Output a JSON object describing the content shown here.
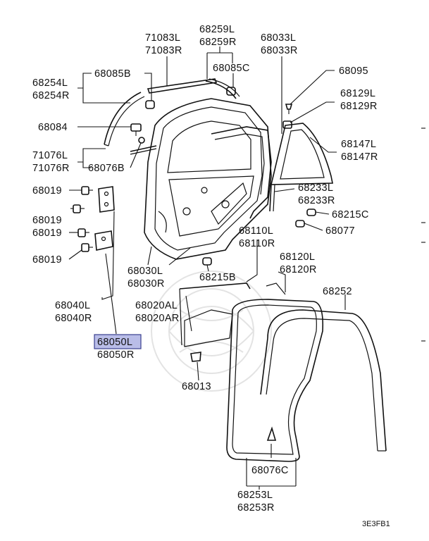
{
  "diagram_code": "3E3FB1",
  "highlighted_part": "68050L",
  "labels": {
    "p71083": [
      "71083L",
      "71083R"
    ],
    "p68259": [
      "68259L",
      "68259R"
    ],
    "p68033": [
      "68033L",
      "68033R"
    ],
    "p68085C": [
      "68085C"
    ],
    "p68095": [
      "68095"
    ],
    "p68254": [
      "68254L",
      "68254R"
    ],
    "p68085B": [
      "68085B"
    ],
    "p68129": [
      "68129L",
      "68129R"
    ],
    "p68084": [
      "68084"
    ],
    "p68147": [
      "68147L",
      "68147R"
    ],
    "p71076": [
      "71076L",
      "71076R"
    ],
    "p68076B": [
      "68076B"
    ],
    "p68019a": [
      "68019"
    ],
    "p68019b": [
      "68019"
    ],
    "p68019c": [
      "68019"
    ],
    "p68019d": [
      "68019"
    ],
    "p68233": [
      "68233L",
      "68233R"
    ],
    "p68215C": [
      "68215C"
    ],
    "p68077": [
      "68077"
    ],
    "p68110": [
      "68110L",
      "68110R"
    ],
    "p68030": [
      "68030L",
      "68030R"
    ],
    "p68215B": [
      "68215B"
    ],
    "p68120": [
      "68120L",
      "68120R"
    ],
    "p68252": [
      "68252"
    ],
    "p68040": [
      "68040L",
      "68040R"
    ],
    "p68020A": [
      "68020AL",
      "68020AR"
    ],
    "p68050": [
      "68050L",
      "68050R"
    ],
    "p68013": [
      "68013"
    ],
    "p68076C": [
      "68076C"
    ],
    "p68253": [
      "68253L",
      "68253R"
    ]
  }
}
